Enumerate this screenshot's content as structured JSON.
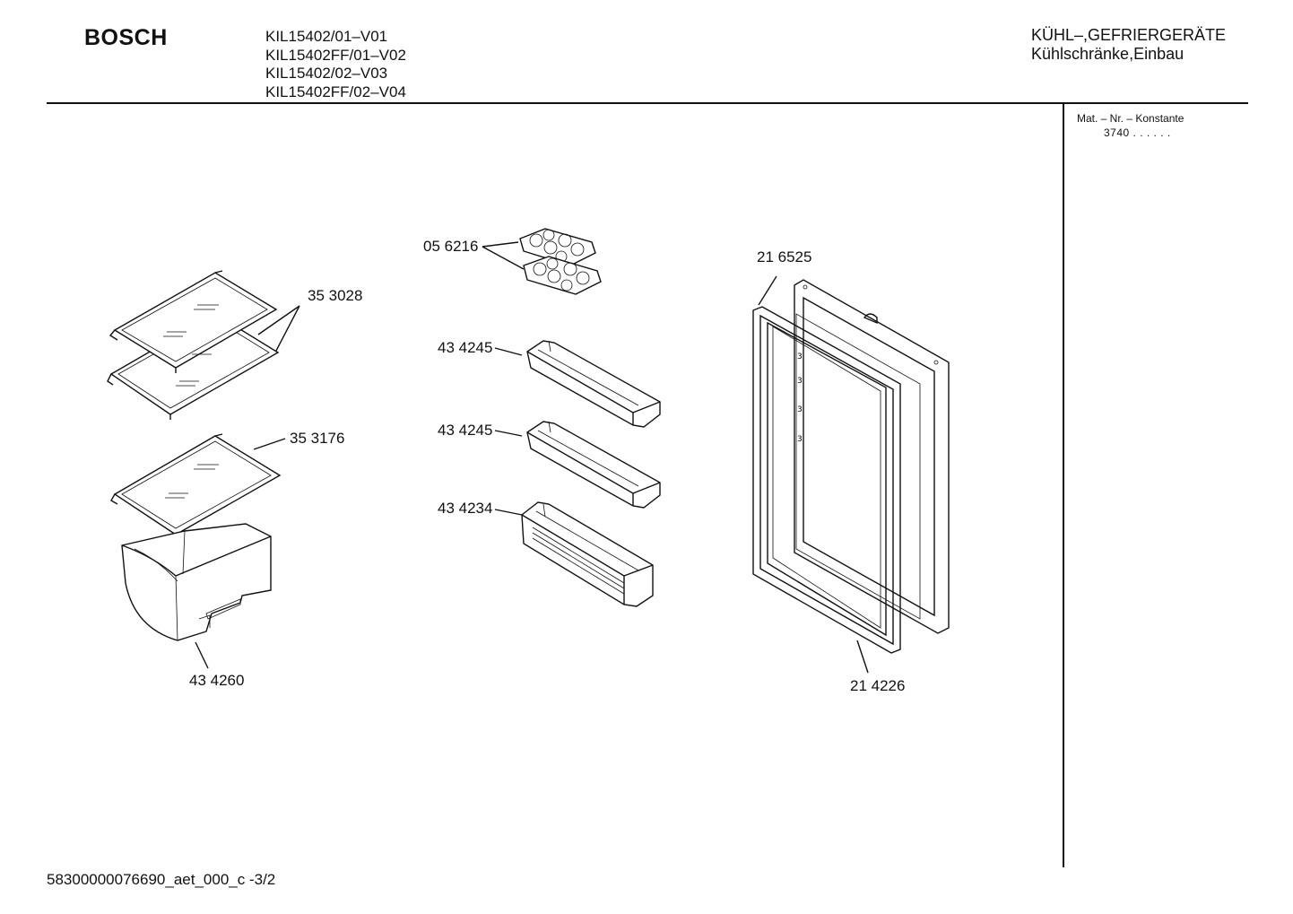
{
  "header": {
    "brand": "BOSCH",
    "models": [
      "KIL15402/01–V01",
      "KIL15402FF/01–V02",
      "KIL15402/02–V03",
      "KIL15402FF/02–V04"
    ],
    "category_line1": "KÜHL–,GEFRIERGERÄTE",
    "category_line2": "Kühlschränke,Einbau"
  },
  "sidebar": {
    "mat_label": "Mat. – Nr. – Konstante",
    "mat_value": "3740  .  .     .  .  .  ."
  },
  "parts": {
    "glass_shelf_pair": "35 3028",
    "glass_shelf_single": "35 3176",
    "vegetable_drawer": "43 4260",
    "egg_tray": "05 6216",
    "door_shelf_upper": "43 4245",
    "door_shelf_middle": "43 4245",
    "door_bottle_shelf": "43 4234",
    "door_inner_panel": "21 6525",
    "door_gasket": "21 4226"
  },
  "footer": {
    "doc_id": "58300000076690_aet_000_c  -3/2"
  }
}
